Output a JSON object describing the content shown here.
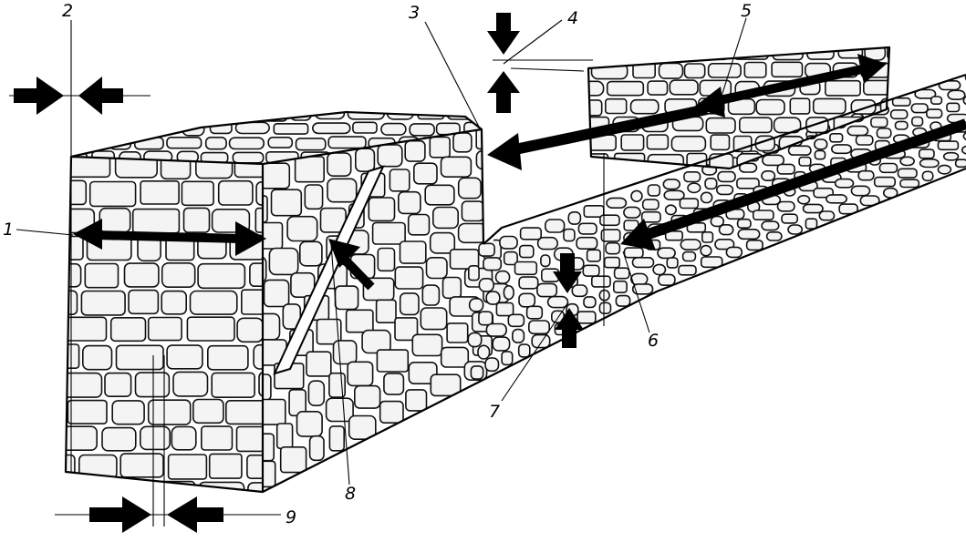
{
  "figure": {
    "callouts": [
      {
        "id": "c1",
        "text": "1"
      },
      {
        "id": "c2",
        "text": "2"
      },
      {
        "id": "c3",
        "text": "3"
      },
      {
        "id": "c4",
        "text": "4"
      },
      {
        "id": "c5",
        "text": "5"
      },
      {
        "id": "c6",
        "text": "6"
      },
      {
        "id": "c7",
        "text": "7"
      },
      {
        "id": "c8",
        "text": "8"
      },
      {
        "id": "c9",
        "text": "9"
      }
    ],
    "colors": {
      "ink": "#000000",
      "stone_fill": "#f4f4f4",
      "paper": "#ffffff"
    }
  }
}
